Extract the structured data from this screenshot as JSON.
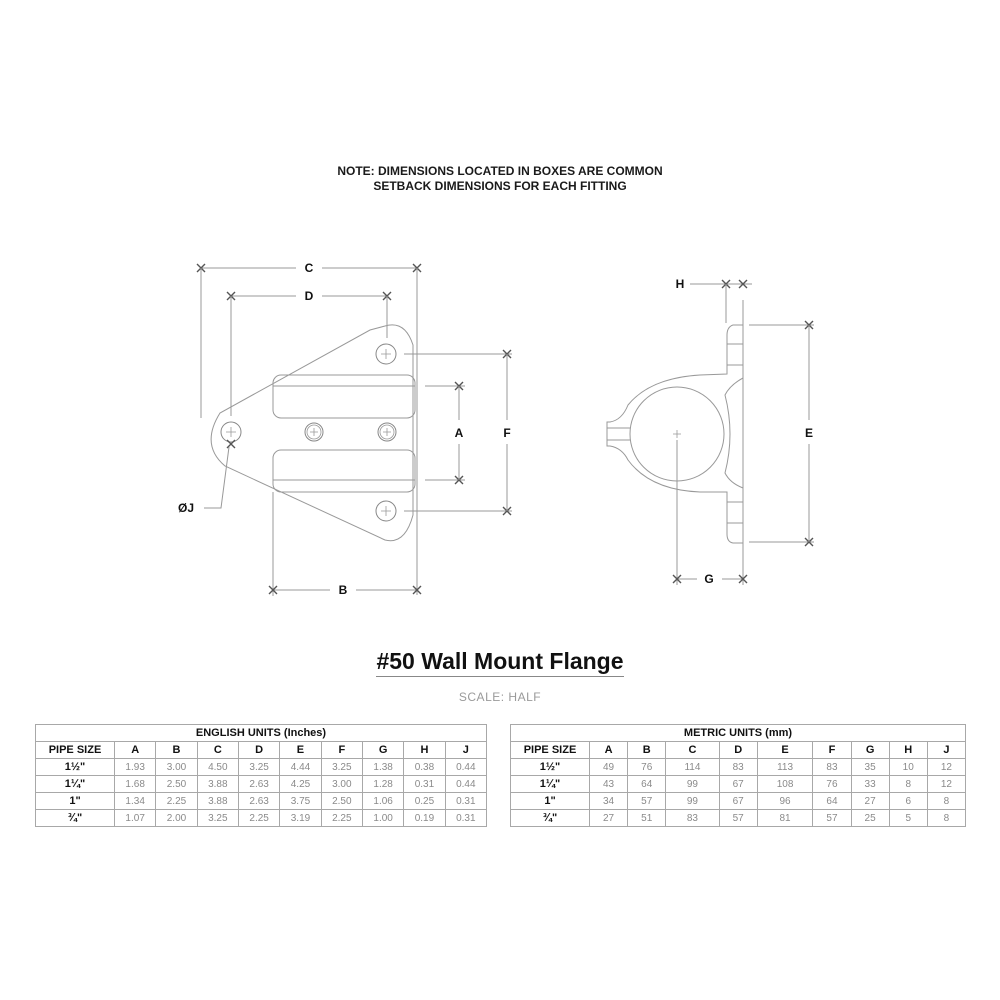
{
  "note": {
    "line1": "NOTE: DIMENSIONS LOCATED IN BOXES ARE COMMON",
    "line2": "SETBACK DIMENSIONS FOR EACH FITTING"
  },
  "drawing": {
    "front_view_labels": {
      "C": "C",
      "D": "D",
      "A": "A",
      "F": "F",
      "B": "B",
      "J": "ØJ"
    },
    "side_view_labels": {
      "H": "H",
      "E": "E",
      "G": "G"
    }
  },
  "title": "#50 Wall Mount Flange",
  "scale": "SCALE:  HALF",
  "english_table": {
    "caption": "ENGLISH UNITS (Inches)",
    "headers": [
      "PIPE SIZE",
      "A",
      "B",
      "C",
      "D",
      "E",
      "F",
      "G",
      "H",
      "J"
    ],
    "rows": [
      [
        "1½\"",
        "1.93",
        "3.00",
        "4.50",
        "3.25",
        "4.44",
        "3.25",
        "1.38",
        "0.38",
        "0.44"
      ],
      [
        "1¼\"",
        "1.68",
        "2.50",
        "3.88",
        "2.63",
        "4.25",
        "3.00",
        "1.28",
        "0.31",
        "0.44"
      ],
      [
        "1\"",
        "1.34",
        "2.25",
        "3.88",
        "2.63",
        "3.75",
        "2.50",
        "1.06",
        "0.25",
        "0.31"
      ],
      [
        "¾\"",
        "1.07",
        "2.00",
        "3.25",
        "2.25",
        "3.19",
        "2.25",
        "1.00",
        "0.19",
        "0.31"
      ]
    ]
  },
  "metric_table": {
    "caption": "METRIC UNITS (mm)",
    "headers": [
      "PIPE SIZE",
      "A",
      "B",
      "C",
      "D",
      "E",
      "F",
      "G",
      "H",
      "J"
    ],
    "rows": [
      [
        "1½\"",
        "49",
        "76",
        "114",
        "83",
        "113",
        "83",
        "35",
        "10",
        "12"
      ],
      [
        "1¼\"",
        "43",
        "64",
        "99",
        "67",
        "108",
        "76",
        "33",
        "8",
        "12"
      ],
      [
        "1\"",
        "34",
        "57",
        "99",
        "67",
        "96",
        "64",
        "27",
        "6",
        "8"
      ],
      [
        "¾\"",
        "27",
        "51",
        "83",
        "57",
        "81",
        "57",
        "25",
        "5",
        "8"
      ]
    ]
  }
}
